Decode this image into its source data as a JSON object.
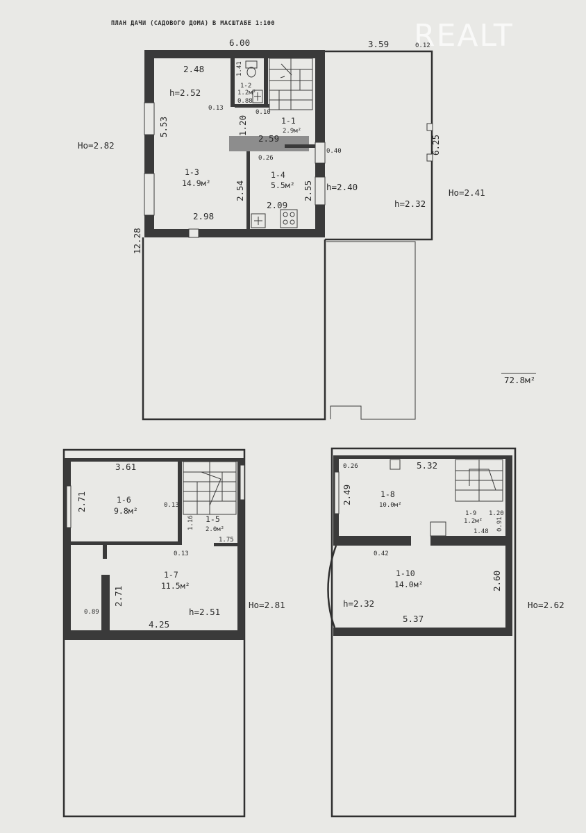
{
  "title": "ПЛАН ДАЧИ (САДОВОГО ДОМА) В МАСШТАБЕ 1:100",
  "watermark": "REALT",
  "total_area": "72.8м²",
  "plan_top": {
    "dims": {
      "width_main": "6.00",
      "width_terrace": "3.59",
      "terrace_corner": "0.12",
      "room_top": "2.48",
      "left_height": "5.53",
      "total_length": "12.28",
      "terrace_depth": "6.25",
      "corridor_width": "2.59",
      "wc_height": "1.20",
      "kitchen_left": "2.54",
      "kitchen_right": "2.55",
      "kitchen_bottom": "2.09",
      "room_bottom": "2.98",
      "wc_a": "1.41",
      "wc_b": "0.88",
      "d1": "0.13",
      "d2": "0.10",
      "d3": "0.26",
      "d4": "0.40"
    },
    "heights": {
      "outer": "Hо=2.82",
      "room": "h=2.52",
      "kitchen": "h=2.40",
      "terrace": "h=2.32",
      "terrace_outer": "Hо=2.41"
    },
    "rooms": [
      {
        "id": "1-1",
        "area": "2.9м²"
      },
      {
        "id": "1-2",
        "area": "1.2м²"
      },
      {
        "id": "1-3",
        "area": "14.9м²"
      },
      {
        "id": "1-4",
        "area": "5.5м²"
      }
    ]
  },
  "plan_left": {
    "dims": {
      "top": "3.61",
      "left_upper": "2.71",
      "left_lower": "2.71",
      "bottom": "4.25",
      "stair_a": "1.16",
      "stair_b": "1.75",
      "d1": "0.13",
      "d2": "0.13",
      "d3": "0.89"
    },
    "heights": {
      "room": "h=2.51",
      "outer": "Hо=2.81"
    },
    "rooms": [
      {
        "id": "1-5",
        "area": "2.0м²"
      },
      {
        "id": "1-6",
        "area": "9.8м²"
      },
      {
        "id": "1-7",
        "area": "11.5м²"
      }
    ]
  },
  "plan_right": {
    "dims": {
      "top": "5.32",
      "left": "2.49",
      "corner": "0.26",
      "opening": "0.42",
      "right": "2.60",
      "bottom": "5.37",
      "wc_a": "1.20",
      "wc_b": "1.48",
      "wc_c": "0.91"
    },
    "heights": {
      "room": "h=2.32",
      "outer": "Hо=2.62"
    },
    "rooms": [
      {
        "id": "1-8",
        "area": "10.0м²"
      },
      {
        "id": "1-9",
        "area": "1.2м²"
      },
      {
        "id": "1-10",
        "area": "14.0м²"
      }
    ]
  }
}
